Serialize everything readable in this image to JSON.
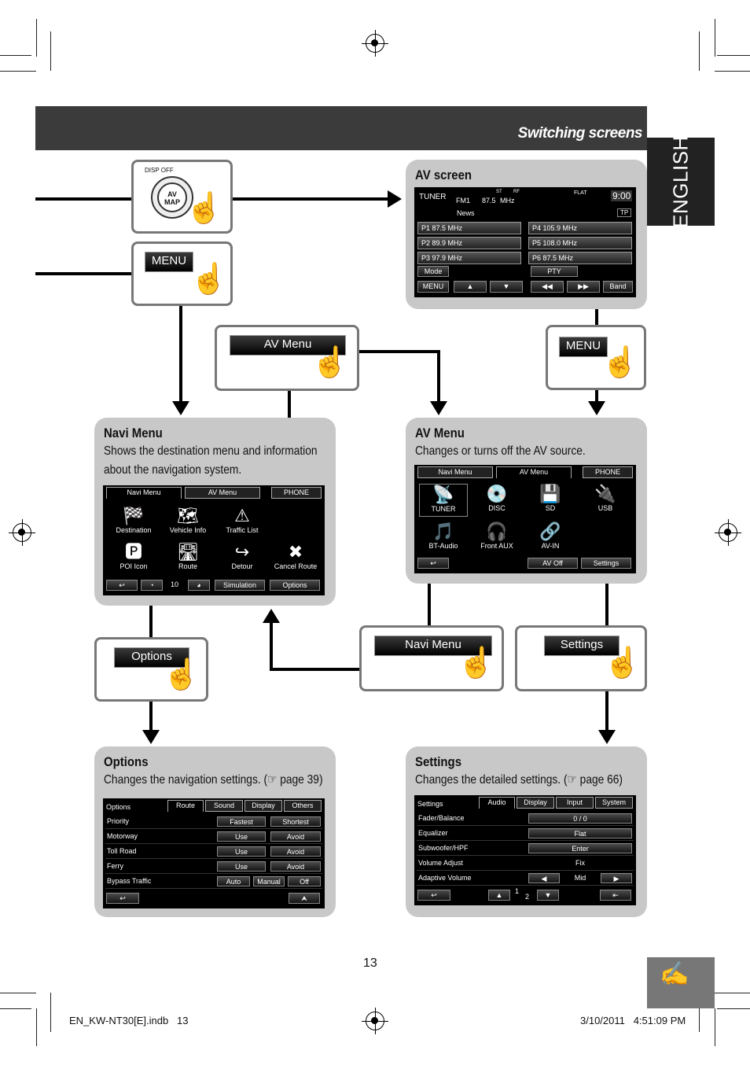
{
  "header": {
    "title": "Switching screens"
  },
  "language_tab": "ENGLISH",
  "buttons": {
    "disp_off": "DISP OFF",
    "av_map_line1": "AV",
    "av_map_line2": "MAP",
    "menu": "MENU",
    "av_menu": "AV Menu",
    "options": "Options",
    "navi_menu": "Navi Menu",
    "settings": "Settings"
  },
  "av_screen": {
    "title": "AV screen",
    "source": "TUNER",
    "band": "FM1",
    "freq": "87.5",
    "unit": "MHz",
    "st": "ST",
    "rf": "RF",
    "flat": "FLAT",
    "clock": "9:00",
    "news": "News",
    "tp": "TP",
    "presets": [
      {
        "id": "P1",
        "freq": "87.5 MHz"
      },
      {
        "id": "P2",
        "freq": "89.9 MHz"
      },
      {
        "id": "P3",
        "freq": "97.9 MHz"
      },
      {
        "id": "P4",
        "freq": "105.9 MHz"
      },
      {
        "id": "P5",
        "freq": "108.0 MHz"
      },
      {
        "id": "P6",
        "freq": "87.5 MHz"
      }
    ],
    "mode": "Mode",
    "pty": "PTY",
    "menu": "MENU",
    "band_btn": "Band"
  },
  "navi_menu": {
    "title": "Navi Menu",
    "desc_line1": "Shows the destination menu and information",
    "desc_line2": "about the navigation system.",
    "tabs": [
      "Navi Menu",
      "AV Menu",
      "PHONE"
    ],
    "items": [
      "Destination",
      "Vehicle Info",
      "Traffic List",
      "POI Icon",
      "Route",
      "Detour",
      "Cancel Route"
    ],
    "volume": "10",
    "simulation": "Simulation",
    "options": "Options"
  },
  "av_menu": {
    "title": "AV Menu",
    "desc": "Changes or turns off the AV source.",
    "tabs": [
      "Navi Menu",
      "AV Menu",
      "PHONE"
    ],
    "items": [
      "TUNER",
      "DISC",
      "SD",
      "USB",
      "BT-Audio",
      "Front AUX",
      "AV-IN"
    ],
    "av_off": "AV Off",
    "settings": "Settings"
  },
  "options": {
    "title": "Options",
    "desc": "Changes the navigation settings. (☞ page 39)",
    "tabs": [
      "Options",
      "Route",
      "Sound",
      "Display",
      "Others"
    ],
    "rows": [
      {
        "label": "Priority",
        "a": "Fastest",
        "b": "Shortest"
      },
      {
        "label": "Motorway",
        "a": "Use",
        "b": "Avoid"
      },
      {
        "label": "Toll Road",
        "a": "Use",
        "b": "Avoid"
      },
      {
        "label": "Ferry",
        "a": "Use",
        "b": "Avoid"
      },
      {
        "label": "Bypass Traffic",
        "a": "Auto",
        "m": "Manual",
        "b": "Off"
      }
    ]
  },
  "settings": {
    "title": "Settings",
    "desc": "Changes the detailed settings. (☞ page 66)",
    "tabs": [
      "Settings",
      "Audio",
      "Display",
      "Input",
      "System"
    ],
    "rows": [
      {
        "label": "Fader/Balance",
        "value": "0 / 0"
      },
      {
        "label": "Equalizer",
        "value": "Flat"
      },
      {
        "label": "Subwoofer/HPF",
        "value": "Enter"
      },
      {
        "label": "Volume Adjust",
        "value": "Fix"
      },
      {
        "label": "Adaptive Volume",
        "value": "Mid"
      }
    ],
    "page_num": "1",
    "page_den": "2"
  },
  "footer": {
    "page_number": "13",
    "file": "EN_KW-NT30[E].indb   13",
    "date": "3/10/2011   4:51:09 PM"
  }
}
